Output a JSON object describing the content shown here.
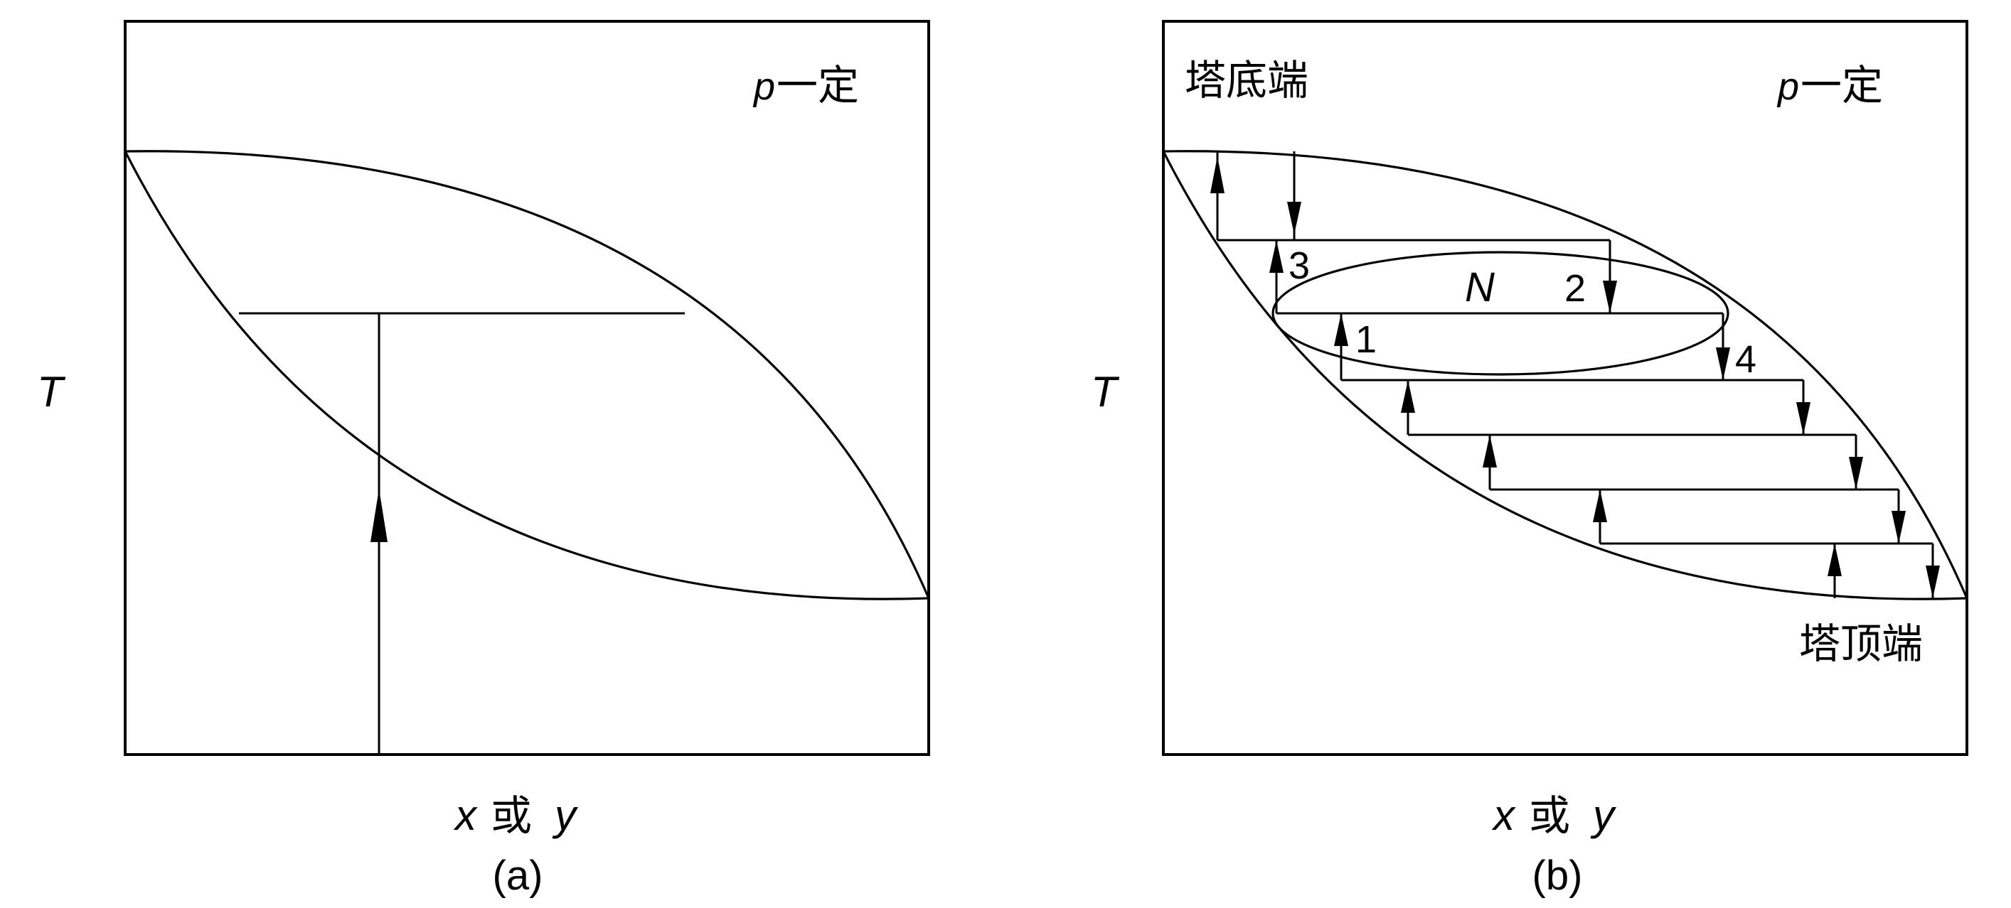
{
  "panel_a": {
    "caption": "(a)",
    "y_axis_label": "T",
    "x_axis_label_var1": "x",
    "x_axis_label_or": "或",
    "x_axis_label_var2": "y",
    "condition_var": "p",
    "condition_text": "一定"
  },
  "panel_b": {
    "caption": "(b)",
    "y_axis_label": "T",
    "x_axis_label_var1": "x",
    "x_axis_label_or": "或",
    "x_axis_label_var2": "y",
    "condition_var": "p",
    "condition_text": "一定",
    "bottom_end_label": "塔底端",
    "top_end_label": "塔顶端",
    "stage_labels": [
      "1",
      "2",
      "3",
      "4"
    ],
    "stage_region_label": "N"
  }
}
